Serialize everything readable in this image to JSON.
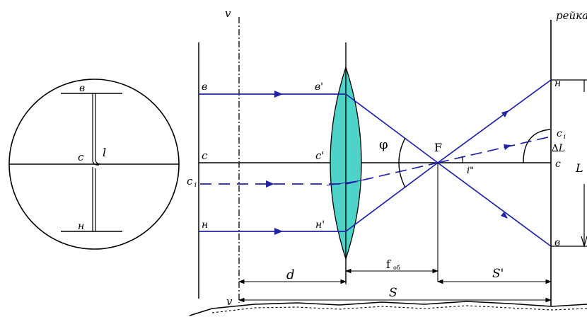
{
  "colors": {
    "ray": "#2323a8",
    "lens_fill": "#4fd3c9",
    "ink": "#000000"
  },
  "reticle": {
    "top_mark": "в",
    "center_mark": "с",
    "bottom_mark": "н",
    "thread_mark": "l"
  },
  "labels": {
    "v_top": "v",
    "v_bottom": "v",
    "rod_title": "рейка",
    "left_v": "в",
    "left_c": "с",
    "left_c1": "с",
    "left_c1_sub": "i",
    "left_n": "н",
    "lens_v": "в'",
    "lens_c": "с'",
    "lens_n": "н'",
    "phi": "φ",
    "focus": "F",
    "angle_i": "i\"",
    "rod_n": "н",
    "rod_c1": "с",
    "rod_c1_sub": "i",
    "rod_deltaL": "∆L",
    "rod_c": "с",
    "rod_L": "L",
    "rod_v": "в",
    "dim_d": "d",
    "dim_f": "f",
    "dim_f_sub": "об",
    "dim_s_prime": "S'",
    "dim_s": "S"
  }
}
